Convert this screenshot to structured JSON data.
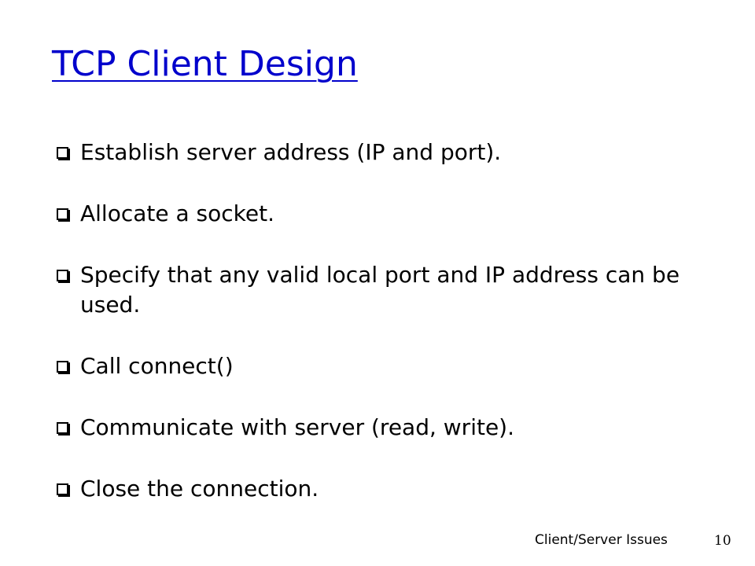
{
  "slide": {
    "title": "TCP Client Design",
    "bullets": [
      "Establish server address (IP and port).",
      "Allocate a socket.",
      "Specify that any valid local port and IP address can be used.",
      "Call connect()",
      "Communicate with server (read, write).",
      "Close the connection."
    ],
    "footer": {
      "label": "Client/Server Issues",
      "page_number": "10"
    },
    "colors": {
      "title": "#0000cc",
      "text": "#000000",
      "background": "#ffffff"
    },
    "bullet_icon": "hollow-square-bullet-icon"
  }
}
